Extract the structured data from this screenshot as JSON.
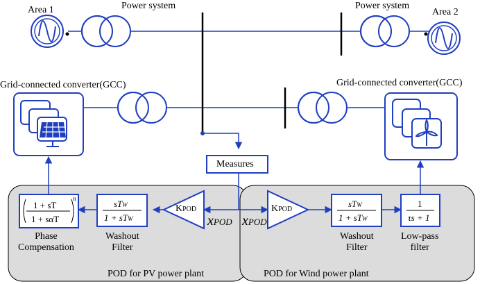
{
  "labels": {
    "area1": "Area 1",
    "area2": "Area 2",
    "power_system_left": "Power system",
    "power_system_right": "Power system",
    "gcc_left": "Grid-connected converter(GCC)",
    "gcc_right": "Grid-connected converter(GCC)",
    "measures": "Measures",
    "pod_pv": "POD for PV power plant",
    "pod_wind": "POD for Wind power plant",
    "phase_compensation": "Phase\nCompensation",
    "washout_left": "Washout\nFilter",
    "washout_right": "Washout\nFilter",
    "lowpass": "Low-pass\nfilter",
    "kpod_main": "K",
    "kpod_sub": "POD",
    "xpod_main": "x",
    "xpod_sub": "POD"
  },
  "formulas": {
    "phase_num": "1 + sT",
    "phase_den": "1 + sαT",
    "phase_exp": "n",
    "washout_num": "sT",
    "washout_num_sub": "W",
    "washout_den": "1 + sT",
    "washout_den_sub": "W",
    "lowpass_num": "1",
    "lowpass_den": "τs + 1"
  },
  "colors": {
    "blue": "#1f3fbf",
    "panel": "#dcdcdc",
    "line": "#1f3fbf"
  }
}
